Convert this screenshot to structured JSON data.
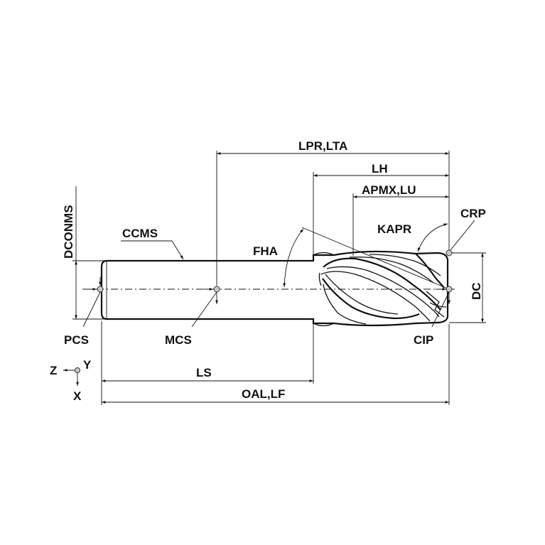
{
  "labels": {
    "lpr_lta": "LPR,LTA",
    "lh": "LH",
    "apmx_lu": "APMX,LU",
    "crp": "CRP",
    "kapr": "KAPR",
    "dconms": "DCONMS",
    "ccms": "CCMS",
    "fha": "FHA",
    "dc": "DC",
    "pcs": "PCS",
    "mcs": "MCS",
    "cip": "CIP",
    "ls": "LS",
    "oal_lf": "OAL,LF",
    "axis_z": "Z",
    "axis_y": "Y",
    "axis_x": "X"
  },
  "colors": {
    "line": "#111111",
    "point_fill": "#c8c8c8"
  },
  "icons": {
    "coordinate_point": "circle-dot",
    "dimension_arrow": "arrowhead"
  }
}
